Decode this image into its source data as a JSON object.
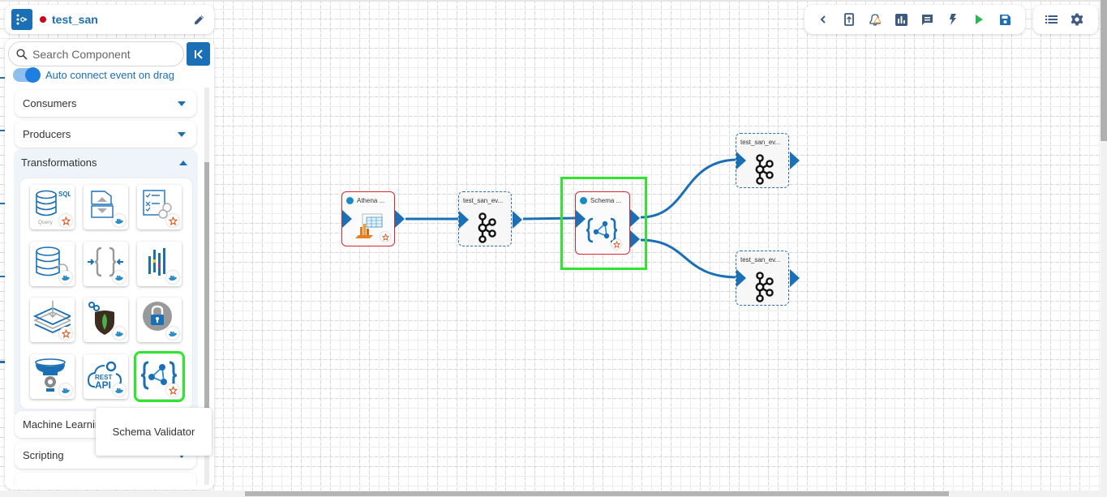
{
  "pipeline": {
    "name": "test_san",
    "status_color": "#d0021b",
    "icons": {
      "logo": "pipeline-flow-icon",
      "edit": "pencil-icon"
    }
  },
  "panel": {
    "search_placeholder": "Search Component",
    "search_value": "",
    "collapse_icon": "collapse-left-icon",
    "auto_connect": {
      "label": "Auto connect event on drag",
      "enabled": true
    },
    "sections": [
      {
        "label": "Consumers",
        "expanded": false
      },
      {
        "label": "Producers",
        "expanded": false
      },
      {
        "label": "Transformations",
        "expanded": true
      },
      {
        "label": "Machine Learning",
        "expanded": false
      },
      {
        "label": "Scripting",
        "expanded": false
      }
    ],
    "transformations": [
      {
        "name": "sql-query-component",
        "icon_text": "SQL",
        "sub_text": "Query",
        "badge": "star"
      },
      {
        "name": "file-splitter-component",
        "badge": "docker"
      },
      {
        "name": "rule-validation-component",
        "badge": "star"
      },
      {
        "name": "db-sync-component",
        "badge": "docker"
      },
      {
        "name": "json-merger-component",
        "badge": "docker"
      },
      {
        "name": "data-pivot-component",
        "badge": "docker"
      },
      {
        "name": "layer-loader-component",
        "badge": "star"
      },
      {
        "name": "mongo-processor-component",
        "badge": "docker"
      },
      {
        "name": "encryption-lock-component",
        "badge": "docker"
      },
      {
        "name": "filter-funnel-component",
        "badge": "docker"
      },
      {
        "name": "rest-api-component",
        "icon_text": "REST",
        "sub_text": "API",
        "badge": "docker"
      },
      {
        "name": "schema-validator-component",
        "badge": "star",
        "selected": true
      }
    ],
    "tooltip": "Schema Validator"
  },
  "toolbar": {
    "main": [
      {
        "name": "back",
        "icon": "chevron-left-icon"
      },
      {
        "name": "upload",
        "icon": "upload-icon"
      },
      {
        "name": "alerts",
        "icon": "bell-warning-icon"
      },
      {
        "name": "analytics",
        "icon": "bar-chart-icon"
      },
      {
        "name": "logs",
        "icon": "message-list-icon"
      },
      {
        "name": "events",
        "icon": "lightning-icon"
      },
      {
        "name": "run",
        "icon": "play-icon"
      },
      {
        "name": "save",
        "icon": "save-icon"
      }
    ],
    "secondary": [
      {
        "name": "list",
        "icon": "list-icon"
      },
      {
        "name": "settings",
        "icon": "gear-icon"
      }
    ],
    "accent": "#1a6fb5",
    "run_color": "#2db84d"
  },
  "canvas": {
    "nodes": [
      {
        "id": "athena",
        "type": "component",
        "title": "Athena ...",
        "icon": "athena-query-icon"
      },
      {
        "id": "event1",
        "type": "event",
        "title": "test_san_ev...",
        "icon": "kafka-icon"
      },
      {
        "id": "schema",
        "type": "component",
        "title": "Schema ...",
        "icon": "schema-validator-icon",
        "selected": true
      },
      {
        "id": "event2",
        "type": "event",
        "title": "test_san_ev...",
        "icon": "kafka-icon"
      },
      {
        "id": "event3",
        "type": "event",
        "title": "test_san_ev...",
        "icon": "kafka-icon"
      }
    ],
    "edges": [
      {
        "from": "athena",
        "to": "event1"
      },
      {
        "from": "event1",
        "to": "schema"
      },
      {
        "from": "schema",
        "to": "event2"
      },
      {
        "from": "schema",
        "to": "event3"
      }
    ],
    "edge_color": "#1a6fb5",
    "selection_color": "#2ee62e"
  }
}
